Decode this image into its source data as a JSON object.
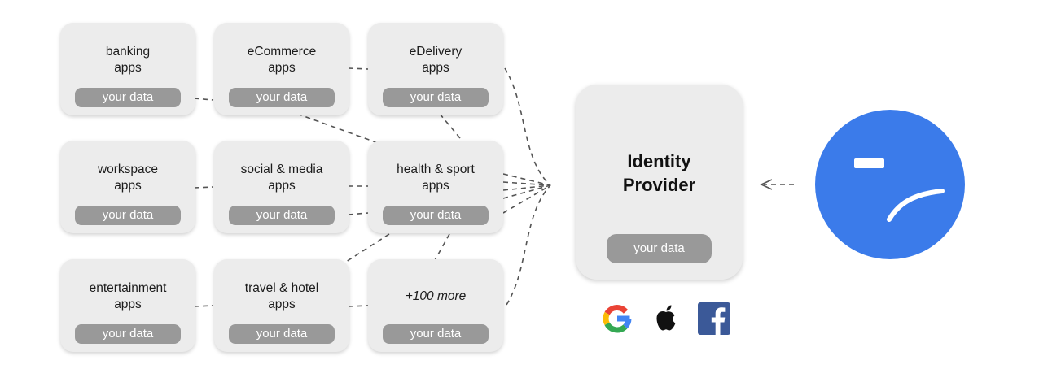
{
  "apps": [
    {
      "id": "banking",
      "line1": "banking",
      "line2": "apps",
      "data_label": "your data"
    },
    {
      "id": "ecommerce",
      "line1": "eCommerce",
      "line2": "apps",
      "data_label": "your data"
    },
    {
      "id": "edelivery",
      "line1": "eDelivery",
      "line2": "apps",
      "data_label": "your data"
    },
    {
      "id": "workspace",
      "line1": "workspace",
      "line2": "apps",
      "data_label": "your data"
    },
    {
      "id": "social",
      "line1": "social & media",
      "line2": "apps",
      "data_label": "your data"
    },
    {
      "id": "health",
      "line1": "health & sport",
      "line2": "apps",
      "data_label": "your data"
    },
    {
      "id": "entertainment",
      "line1": "entertainment",
      "line2": "apps",
      "data_label": "your data"
    },
    {
      "id": "travel",
      "line1": "travel & hotel",
      "line2": "apps",
      "data_label": "your data"
    },
    {
      "id": "more",
      "line1": "+100 more",
      "line2": "",
      "data_label": "your data"
    }
  ],
  "identity_provider": {
    "line1": "Identity",
    "line2": "Provider",
    "data_label": "your data"
  },
  "providers": [
    {
      "name": "google-icon"
    },
    {
      "name": "apple-icon"
    },
    {
      "name": "facebook-icon"
    }
  ],
  "colors": {
    "card_bg": "#ececec",
    "pill_bg": "#999999",
    "connector": "#555555",
    "user_circle": "#3b7bea"
  }
}
